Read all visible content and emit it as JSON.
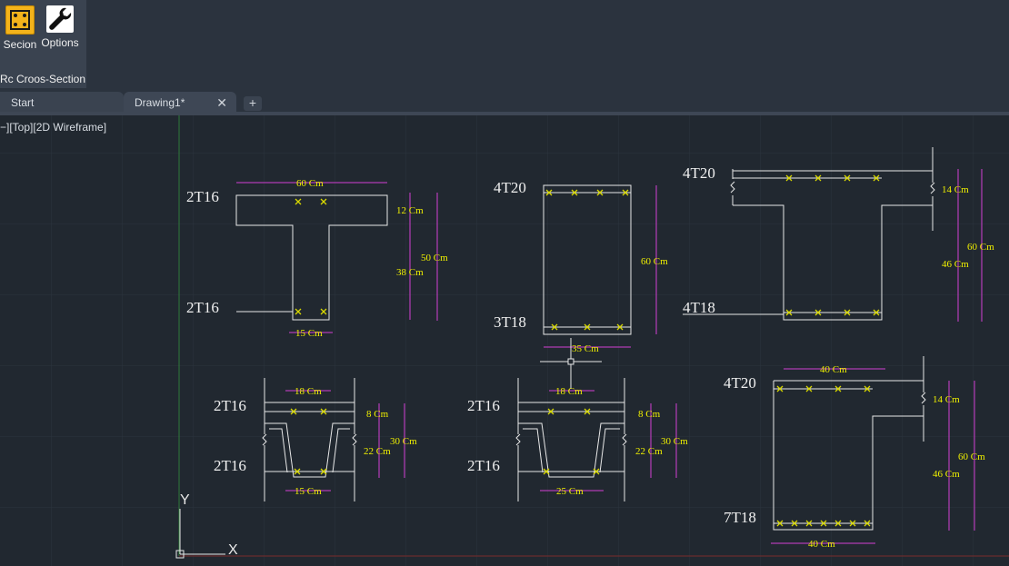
{
  "ribbon": {
    "buttons": [
      {
        "label": "Secion",
        "icon": "section-icon"
      },
      {
        "label": "Options",
        "icon": "wrench-icon"
      }
    ],
    "panel_title": "Rc Croos-Section"
  },
  "tabs": {
    "start": "Start",
    "drawing": "Drawing1*",
    "close": "✕",
    "add": "+"
  },
  "viewport_label": "−][Top][2D Wireframe]",
  "ucs": {
    "y": "Y",
    "x": "X"
  },
  "sections": {
    "s1": {
      "top_bars": "2T16",
      "bottom_bars": "2T16",
      "width": "60 Cm",
      "flange": "12 Cm",
      "total": "50 Cm",
      "web_height": "38 Cm",
      "web_width": "15 Cm"
    },
    "s2": {
      "top_bars": "4T20",
      "bottom_bars": "3T18",
      "height": "60 Cm",
      "width": "35 Cm"
    },
    "s3": {
      "top_bars": "4T20",
      "bottom_bars": "4T18",
      "flange": "14 Cm",
      "total": "60 Cm",
      "web_height": "46 Cm"
    },
    "s4": {
      "top_bars": "2T16",
      "bottom_bars": "2T16",
      "top_width": "18 Cm",
      "flange": "8 Cm",
      "total": "30 Cm",
      "web_height": "22 Cm",
      "bottom_width": "15 Cm"
    },
    "s5": {
      "top_bars": "2T16",
      "bottom_bars": "2T16",
      "top_width": "18 Cm",
      "flange": "8 Cm",
      "total": "30 Cm",
      "web_height": "22 Cm",
      "bottom_width": "25 Cm"
    },
    "s6": {
      "top_bars": "4T20",
      "bottom_bars": "7T18",
      "top_width": "40 Cm",
      "flange": "14 Cm",
      "total": "60 Cm",
      "web_height": "46 Cm",
      "bottom_width": "40 Cm"
    }
  },
  "colors": {
    "background": "#212830",
    "lines": "#e8e8e8",
    "dims": "#d33fd3",
    "dim_text": "#f0f000",
    "bars": "#d8d800",
    "axis_y": "#2f7a3a",
    "axis_x": "#7a2b2b"
  }
}
